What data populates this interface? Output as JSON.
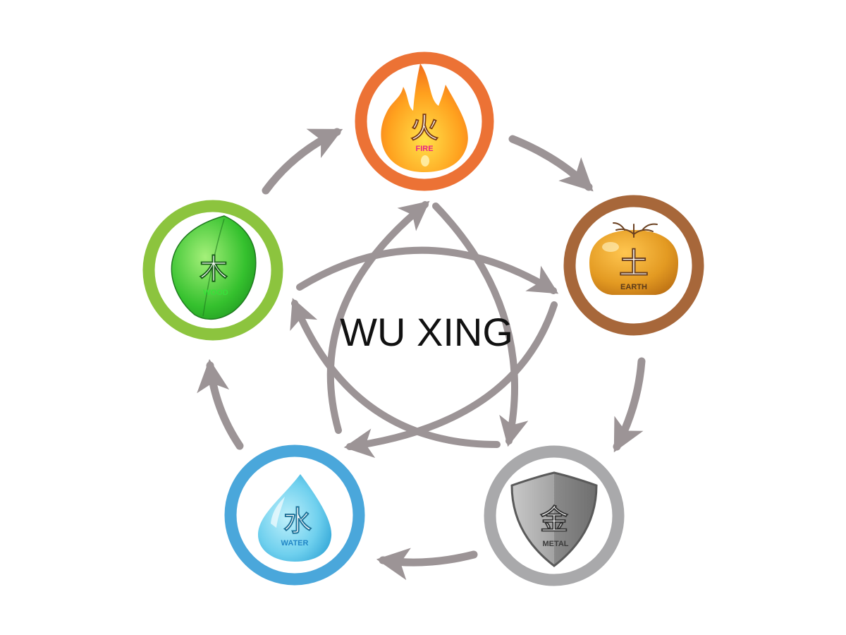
{
  "title": "WU XING",
  "colors": {
    "arrow": "#9c9496",
    "fire": "#ec7235",
    "earth": "#a7673a",
    "metal": "#a9a9ab",
    "water": "#4aa7db",
    "wood": "#8cc43e"
  },
  "elements": [
    {
      "id": "fire",
      "glyph": "火",
      "name": "FIRE",
      "icon": "flame-icon"
    },
    {
      "id": "earth",
      "glyph": "土",
      "name": "EARTH",
      "icon": "earth-stone-icon"
    },
    {
      "id": "metal",
      "glyph": "金",
      "name": "METAL",
      "icon": "shield-icon"
    },
    {
      "id": "water",
      "glyph": "水",
      "name": "WATER",
      "icon": "water-drop-icon"
    },
    {
      "id": "wood",
      "glyph": "木",
      "name": "WOOD",
      "icon": "leaf-icon"
    }
  ]
}
